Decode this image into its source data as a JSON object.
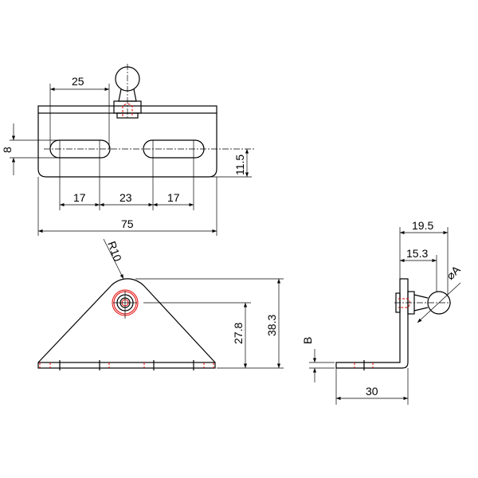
{
  "top_view": {
    "dim_slot_offset": "25",
    "dim_slot_width": "8",
    "dim_slot_height": "11.5",
    "dim_slot_length_left": "17",
    "dim_slot_gap": "23",
    "dim_slot_length_right": "17",
    "dim_total_width": "75"
  },
  "front_view": {
    "dim_radius": "R10",
    "dim_hole_height": "27.8",
    "dim_total_height": "38.3"
  },
  "side_view": {
    "dim_ball_outer": "19.5",
    "dim_ball_center": "15.3",
    "dim_ball_diameter": "⌀A",
    "dim_thickness": "B",
    "dim_leg_length": "30"
  },
  "colors": {
    "line": "#000000",
    "hidden": "#e00000"
  }
}
